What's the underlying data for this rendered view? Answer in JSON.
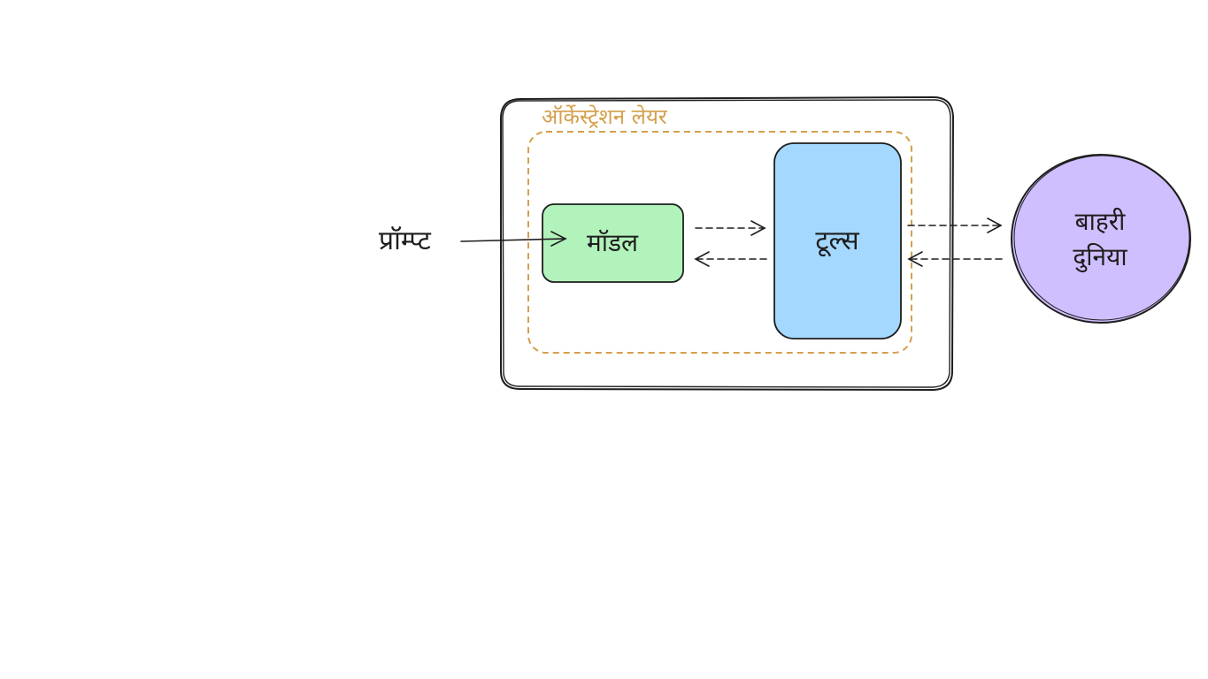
{
  "diagram": {
    "orchestration_label": "ऑर्केस्ट्रेशन लेयर",
    "prompt_label": "प्रॉम्प्ट",
    "model_label": "मॉडल",
    "tools_label": "टूल्स",
    "world_line1": "बाहरी",
    "world_line2": "दुनिया"
  },
  "colors": {
    "stroke": "#1e1e1e",
    "orchestration": "#d4a04c",
    "model_fill": "#b2f2bb",
    "tools_fill": "#a5d8ff",
    "world_fill": "#d0bfff"
  }
}
